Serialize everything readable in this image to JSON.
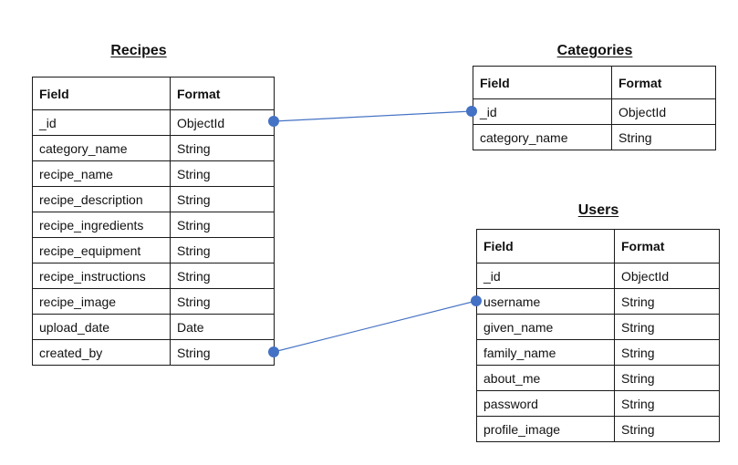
{
  "tables": {
    "recipes": {
      "title": "Recipes",
      "headers": [
        "Field",
        "Format"
      ],
      "rows": [
        [
          "_id",
          "ObjectId"
        ],
        [
          "category_name",
          "String"
        ],
        [
          "recipe_name",
          "String"
        ],
        [
          "recipe_description",
          "String"
        ],
        [
          "recipe_ingredients",
          "String"
        ],
        [
          "recipe_equipment",
          "String"
        ],
        [
          "recipe_instructions",
          "String"
        ],
        [
          "recipe_image",
          "String"
        ],
        [
          "upload_date",
          "Date"
        ],
        [
          "created_by",
          "String"
        ]
      ]
    },
    "categories": {
      "title": "Categories",
      "headers": [
        "Field",
        "Format"
      ],
      "rows": [
        [
          "_id",
          "ObjectId"
        ],
        [
          "category_name",
          "String"
        ]
      ]
    },
    "users": {
      "title": "Users",
      "headers": [
        "Field",
        "Format"
      ],
      "rows": [
        [
          "_id",
          "ObjectId"
        ],
        [
          "username",
          "String"
        ],
        [
          "given_name",
          "String"
        ],
        [
          "family_name",
          "String"
        ],
        [
          "about_me",
          "String"
        ],
        [
          "password",
          "String"
        ],
        [
          "profile_image",
          "String"
        ]
      ]
    }
  },
  "connectors": [
    {
      "from": "recipes._id",
      "to": "categories._id"
    },
    {
      "from": "recipes.created_by",
      "to": "users.username"
    }
  ],
  "colors": {
    "connector": "#4472C4",
    "border": "#1a1a1a"
  }
}
